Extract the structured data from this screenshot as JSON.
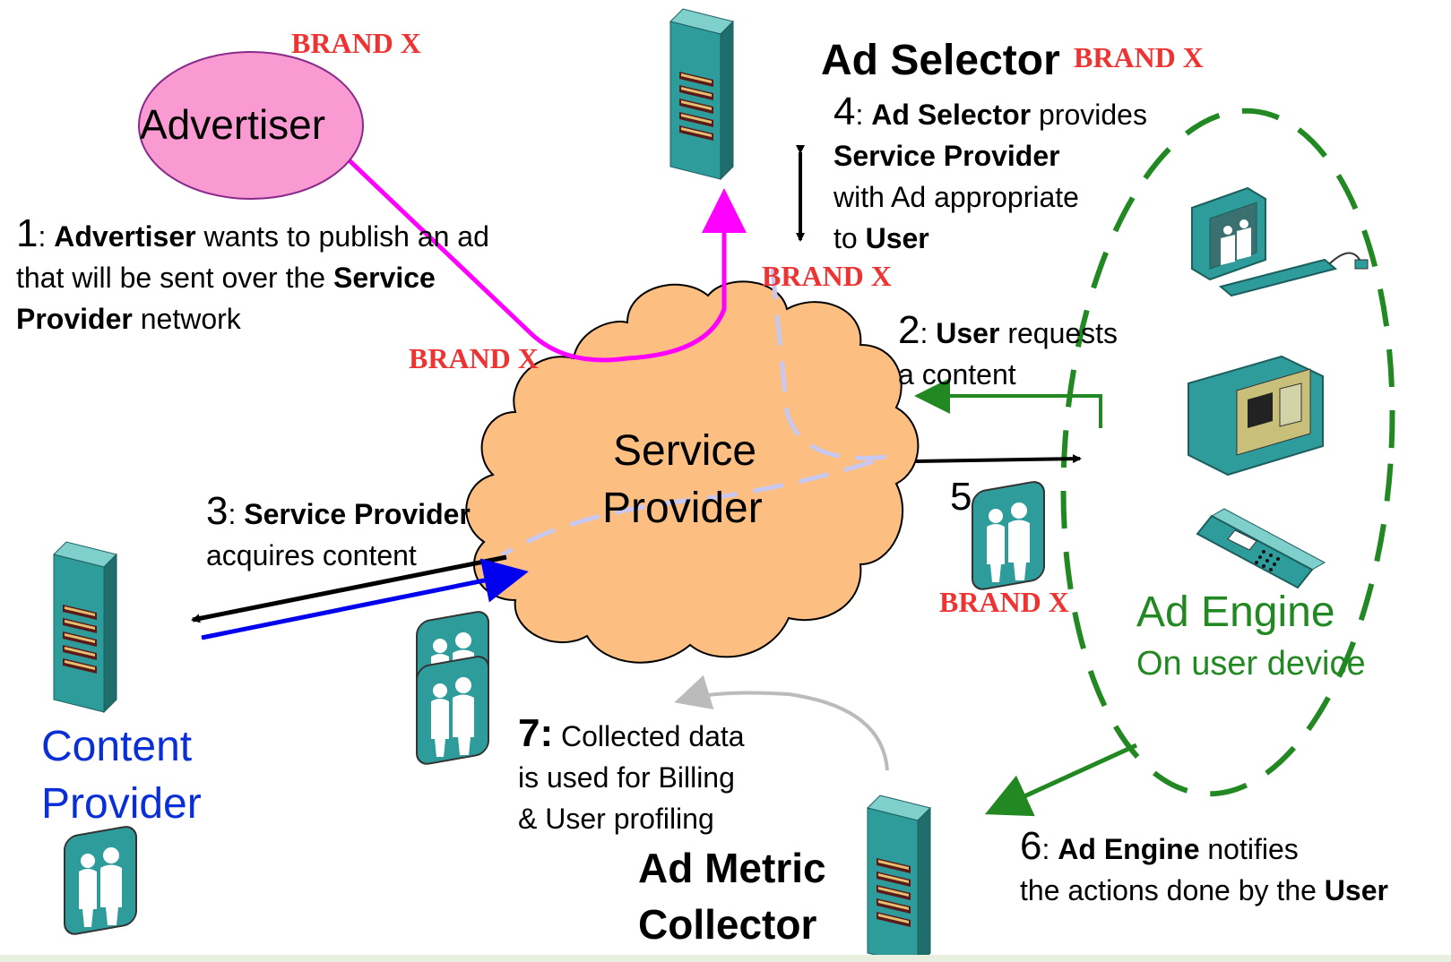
{
  "brand_label": "BRAND X",
  "nodes": {
    "advertiser": "Advertiser",
    "ad_selector": "Ad Selector",
    "service_provider_line1": "Service",
    "service_provider_line2": "Provider",
    "content_provider_line1": "Content",
    "content_provider_line2": "Provider",
    "ad_engine": "Ad Engine",
    "ad_engine_sub": "On user device",
    "ad_metric_line1": "Ad Metric",
    "ad_metric_line2": "Collector"
  },
  "steps": {
    "s1": {
      "num": "1",
      "p1": ": ",
      "b1": "Advertiser",
      "p2": " wants to publish an ad",
      "p3": "that will be sent over the ",
      "b2": "Service",
      "b3": "Provider",
      "p4": " network"
    },
    "s2": {
      "num": "2",
      "p1": ": ",
      "b1": "User",
      "p2": " requests",
      "p3": "a content"
    },
    "s3": {
      "num": "3",
      "p1": ": ",
      "b1": "Service Provider",
      "p2": "acquires content"
    },
    "s4": {
      "num": "4",
      "p1": ": ",
      "b1": "Ad Selector",
      "p2": " provides",
      "b2": "Service Provider",
      "p3": "with Ad appropriate",
      "p4": "to ",
      "b3": "User"
    },
    "s5": {
      "num": "5"
    },
    "s6": {
      "num": "6",
      "p1": ": ",
      "b1": "Ad Engine",
      "p2": " notifies",
      "p3": "the actions done by the ",
      "b2": "User"
    },
    "s7": {
      "num": "7:",
      "p1": "  Collected data",
      "p2": "is used for Billing",
      "p3": "& User profiling"
    }
  },
  "colors": {
    "advertiser_fill": "#f99bd2",
    "cloud_fill": "#fdbe82",
    "server_teal": "#2e9c9a",
    "magenta_line": "#ff00ff",
    "blue_line": "#0000ee",
    "green": "#228822",
    "content_provider_text": "#0a2fd6",
    "brand_red": "#ee3333",
    "dashed_path": "#c8c8f0",
    "gray_arrow": "#bbbbbb"
  }
}
